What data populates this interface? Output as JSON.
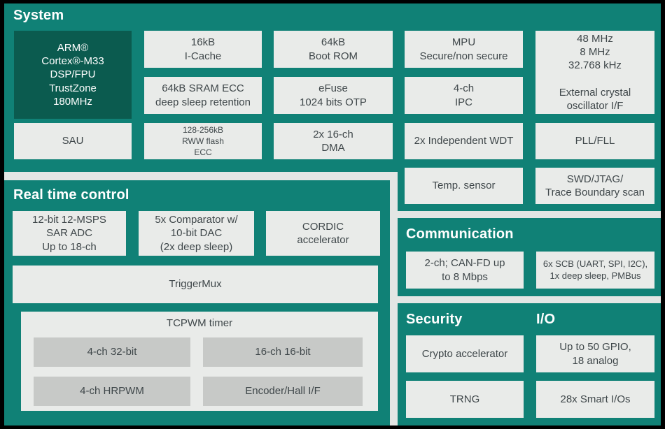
{
  "colors": {
    "teal": "#108176",
    "teal_dark": "#0b5b4f",
    "block_bg": "#e9ebe9",
    "gap_bg": "#e3e6e4",
    "inner_gray": "#c7c9c7",
    "text": "#3f474a",
    "title_text": "#ffffff",
    "frame": "#000000"
  },
  "system": {
    "title": "System",
    "blocks": {
      "arm": {
        "lines": [
          "ARM®",
          "Cortex®-M33",
          "DSP/FPU",
          "TrustZone",
          "180MHz"
        ]
      },
      "icache": {
        "lines": [
          "16kB",
          "I-Cache"
        ]
      },
      "boot_rom": {
        "lines": [
          "64kB",
          "Boot ROM"
        ]
      },
      "mpu": {
        "lines": [
          "MPU",
          "Secure/non secure"
        ]
      },
      "clocks": {
        "lines": [
          "48 MHz",
          "8 MHz",
          "32.768 kHz",
          "",
          "External crystal",
          "oscillator I/F"
        ]
      },
      "sram": {
        "lines": [
          "64kB SRAM ECC",
          "deep sleep retention"
        ]
      },
      "efuse": {
        "lines": [
          "eFuse",
          "1024 bits OTP"
        ]
      },
      "ipc": {
        "lines": [
          "4-ch",
          "IPC"
        ]
      },
      "sau": {
        "lines": [
          "SAU"
        ]
      },
      "flash": {
        "lines": [
          "128-256kB",
          "RWW flash",
          "ECC"
        ]
      },
      "dma": {
        "lines": [
          "2x 16-ch",
          "DMA"
        ]
      },
      "wdt": {
        "lines": [
          "2x Independent WDT"
        ]
      },
      "pll": {
        "lines": [
          "PLL/FLL"
        ]
      },
      "temp_sensor": {
        "lines": [
          "Temp. sensor"
        ]
      },
      "swd": {
        "lines": [
          "SWD/JTAG/",
          "Trace Boundary scan"
        ]
      }
    }
  },
  "real_time_control": {
    "title": "Real time control",
    "blocks": {
      "sar_adc": {
        "lines": [
          "12-bit 12-MSPS",
          "SAR ADC",
          "Up to 18-ch"
        ]
      },
      "comparator": {
        "lines": [
          "5x Comparator w/",
          "10-bit DAC",
          "(2x deep sleep)"
        ]
      },
      "cordic": {
        "lines": [
          "CORDIC",
          "accelerator"
        ]
      },
      "trigger_mux": {
        "lines": [
          "TriggerMux"
        ]
      },
      "tcpwm": {
        "title": "TCPWM timer",
        "blocks": {
          "timer_32bit": {
            "lines": [
              "4-ch 32-bit"
            ]
          },
          "timer_16bit": {
            "lines": [
              "16-ch 16-bit"
            ]
          },
          "hrpwm": {
            "lines": [
              "4-ch HRPWM"
            ]
          },
          "encoder": {
            "lines": [
              "Encoder/Hall I/F"
            ]
          }
        }
      }
    }
  },
  "communication": {
    "title": "Communication",
    "blocks": {
      "canfd": {
        "lines": [
          "2-ch; CAN-FD up",
          "to 8 Mbps"
        ]
      },
      "scb": {
        "lines": [
          "6x SCB (UART, SPI, I2C),",
          "1x deep sleep, PMBus"
        ]
      }
    }
  },
  "security": {
    "title": "Security",
    "blocks": {
      "crypto": {
        "lines": [
          "Crypto accelerator"
        ]
      },
      "trng": {
        "lines": [
          "TRNG"
        ]
      }
    }
  },
  "io": {
    "title": "I/O",
    "blocks": {
      "gpio": {
        "lines": [
          "Up to 50 GPIO,",
          "18 analog"
        ]
      },
      "smart_io": {
        "lines": [
          "28x Smart I/Os"
        ]
      }
    }
  }
}
